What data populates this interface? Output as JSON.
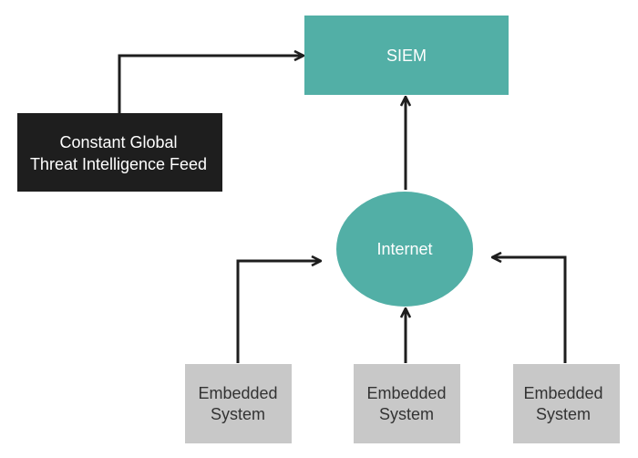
{
  "colors": {
    "teal": "#52afa6",
    "feed_box": "#1e1e1e",
    "embedded_box": "#c8c8c8",
    "arrow": "#1e1e1e"
  },
  "nodes": {
    "siem": {
      "label": "SIEM"
    },
    "threat_feed": {
      "line1": "Constant Global",
      "line2": "Threat Intelligence Feed"
    },
    "internet": {
      "label": "Internet"
    },
    "embedded_left": {
      "line1": "Embedded",
      "line2": "System"
    },
    "embedded_center": {
      "line1": "Embedded",
      "line2": "System"
    },
    "embedded_right": {
      "line1": "Embedded",
      "line2": "System"
    }
  },
  "edges": [
    {
      "from": "threat_feed",
      "to": "siem"
    },
    {
      "from": "internet",
      "to": "siem"
    },
    {
      "from": "embedded_left",
      "to": "internet"
    },
    {
      "from": "embedded_center",
      "to": "internet"
    },
    {
      "from": "embedded_right",
      "to": "internet"
    }
  ]
}
